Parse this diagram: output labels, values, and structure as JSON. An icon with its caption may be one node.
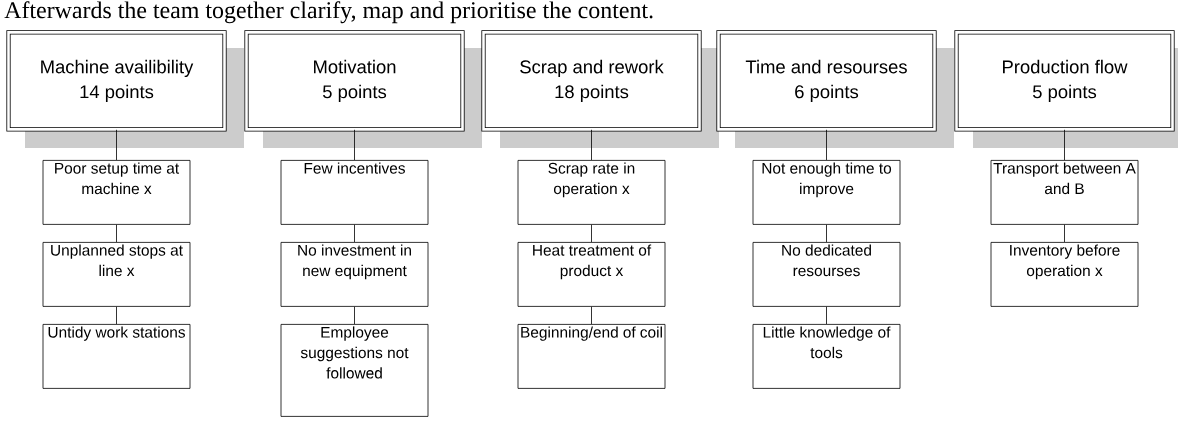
{
  "diagram": {
    "nodes": [
      {
        "text": [
          "Machine availibility",
          "14 points"
        ]
      },
      {
        "text": [
          "Poor setup time at machine x"
        ]
      },
      {
        "text": [
          "Unplanned stops at line x"
        ]
      },
      {
        "text": [
          "Untidy work stations"
        ]
      },
      {
        "text": [
          "Motivation",
          "5 points"
        ]
      },
      {
        "text": [
          "Few incentives"
        ]
      },
      {
        "text": [
          "No investment in new equipment"
        ]
      },
      {
        "text": [
          "Employee suggestions not followed"
        ]
      },
      {
        "text": [
          "Scrap and rework",
          "18 points"
        ]
      },
      {
        "text": [
          "Scrap rate in operation x"
        ]
      },
      {
        "text": [
          "Heat treatment of product x"
        ]
      },
      {
        "text": [
          "Beginning/end of coil"
        ]
      },
      {
        "text": [
          "Time and resourses",
          "6 points"
        ]
      },
      {
        "text": [
          "Not enough time to improve"
        ]
      },
      {
        "text": [
          "No dedicated resourses"
        ]
      },
      {
        "text": [
          "Little knowledge of tools"
        ]
      },
      {
        "text": [
          "Production flow",
          "5 points"
        ]
      },
      {
        "text": [
          "Transport between A and B"
        ]
      },
      {
        "text": [
          "Inventory before operation x"
        ]
      }
    ],
    "edges": [
      {
        "from": 0,
        "to": 1,
        "arrow": "none"
      },
      {
        "from": 1,
        "to": 2,
        "arrow": "none"
      },
      {
        "from": 2,
        "to": 3,
        "arrow": "none"
      },
      {
        "from": 4,
        "to": 5,
        "arrow": "none"
      },
      {
        "from": 5,
        "to": 6,
        "arrow": "none"
      },
      {
        "from": 6,
        "to": 7,
        "arrow": "none"
      },
      {
        "from": 8,
        "to": 9,
        "arrow": "none"
      },
      {
        "from": 9,
        "to": 10,
        "arrow": "none"
      },
      {
        "from": 10,
        "to": 11,
        "arrow": "none"
      },
      {
        "from": 12,
        "to": 13,
        "arrow": "none"
      },
      {
        "from": 13,
        "to": 14,
        "arrow": "none"
      },
      {
        "from": 14,
        "to": 15,
        "arrow": "none"
      },
      {
        "from": 16,
        "to": 17,
        "arrow": "none"
      },
      {
        "from": 17,
        "to": 18,
        "arrow": "none"
      }
    ],
    "labels": [
      "Afterwards the team together clarify, map and prioritise the content."
    ]
  }
}
